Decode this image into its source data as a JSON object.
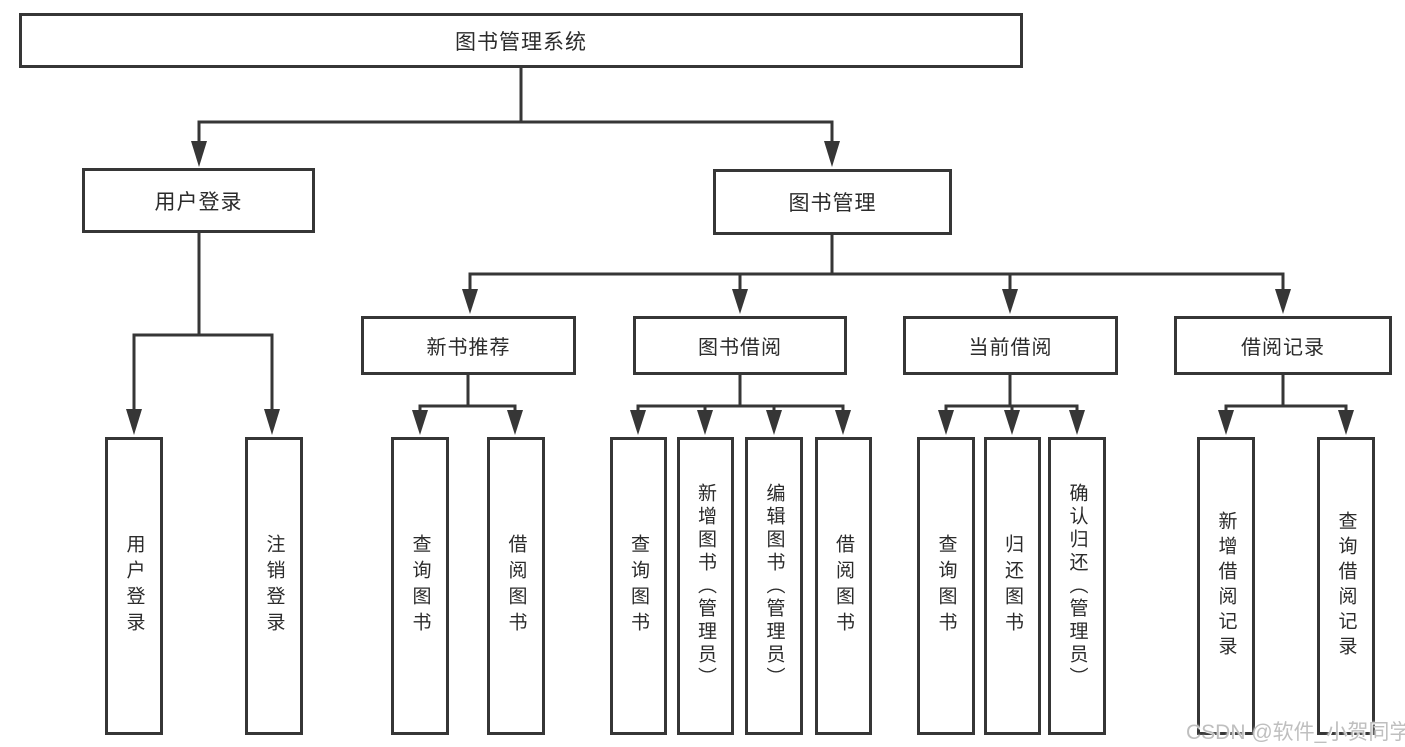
{
  "diagram": {
    "title": "图书管理系统",
    "root": "图书管理系统",
    "level2": [
      "用户登录",
      "图书管理"
    ],
    "level3": [
      "新书推荐",
      "图书借阅",
      "当前借阅",
      "借阅记录"
    ],
    "leaves_user": [
      "用户登录",
      "注销登录"
    ],
    "leaves_newbook": [
      "查询图书",
      "借阅图书"
    ],
    "leaves_borrow": [
      "查询图书",
      "新增图书（管理员）",
      "编辑图书（管理员）",
      "借阅图书"
    ],
    "leaves_current": [
      "查询图书",
      "归还图书",
      "确认归还（管理员）"
    ],
    "leaves_record": [
      "新增借阅记录",
      "查询借阅记录"
    ]
  },
  "watermark": {
    "text": "CSDN @软件_小贺同学"
  },
  "colors": {
    "line": "#363636",
    "box_border": "#363636",
    "text": "#2b2b2b",
    "watermark": "#bfbfbf",
    "background": "#ffffff"
  }
}
